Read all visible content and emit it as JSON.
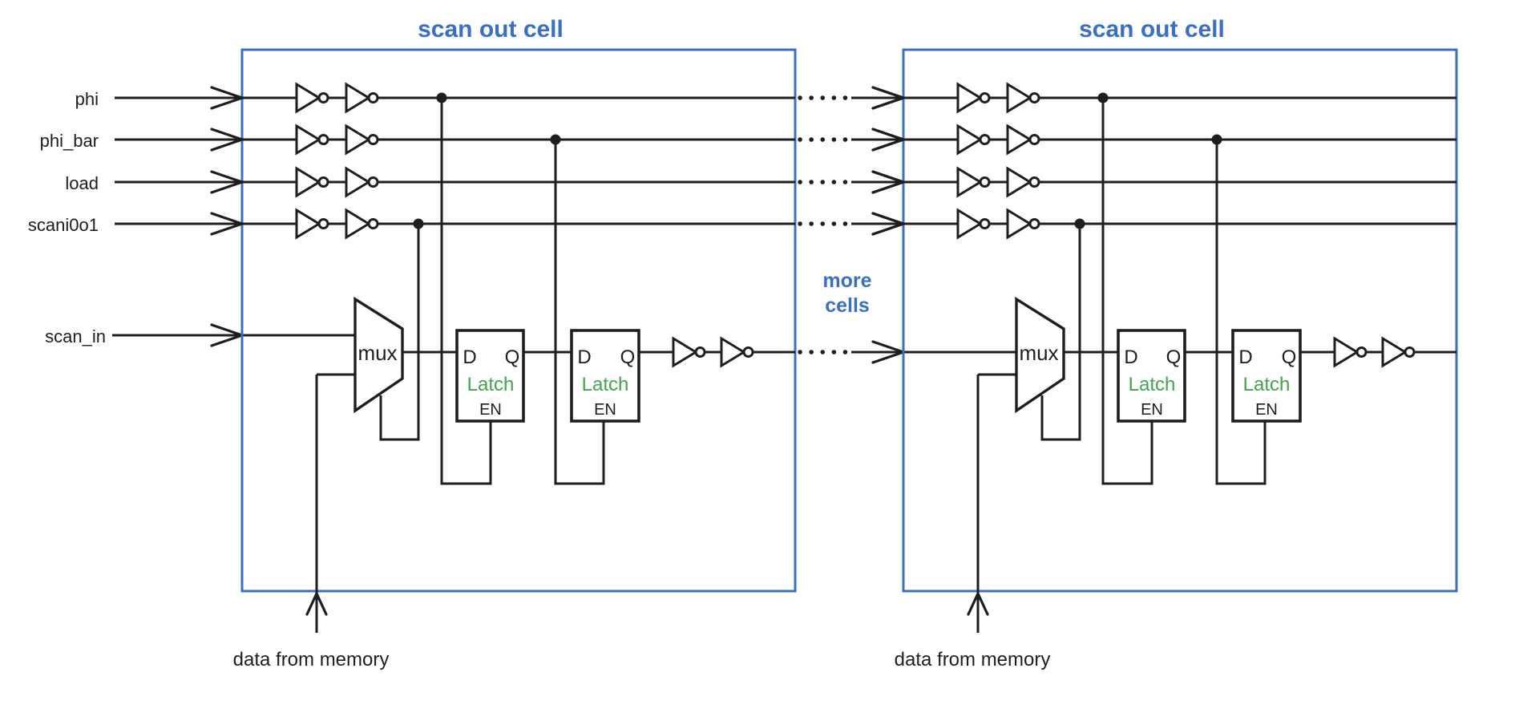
{
  "colors": {
    "wire": "#1e1e1e",
    "blue": "#3a6fc1",
    "green": "#42a44d",
    "text": "#1e1e1e",
    "bg": "#ffffff"
  },
  "signals": [
    {
      "label": "phi"
    },
    {
      "label": "phi_bar"
    },
    {
      "label": "load"
    },
    {
      "label": "scani0o1"
    }
  ],
  "scan_in": {
    "label": "scan_in"
  },
  "latch": {
    "d": "D",
    "q": "Q",
    "label": "Latch",
    "en": "EN"
  },
  "between": {
    "more_cells": [
      "more",
      "cells"
    ]
  },
  "cells": [
    {
      "title": "scan out cell",
      "mux_label": "mux",
      "data_label": "data from memory"
    },
    {
      "title": "scan out cell",
      "mux_label": "mux",
      "data_label": "data from memory"
    }
  ]
}
